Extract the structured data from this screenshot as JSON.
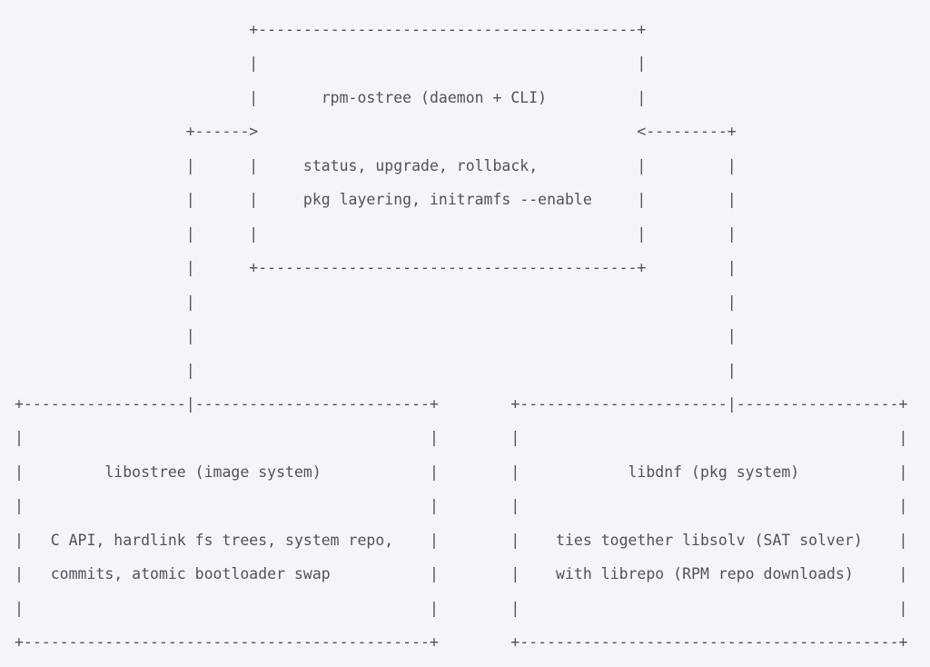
{
  "colors": {
    "background": "#f3f5f9",
    "text": "#4f535c"
  },
  "diagram": {
    "type": "ascii_box_diagram",
    "boxes": [
      {
        "id": "rpm-ostree",
        "title": "rpm-ostree (daemon + CLI)",
        "details": [
          "status, upgrade, rollback,",
          "pkg layering, initramfs --enable"
        ]
      },
      {
        "id": "libostree",
        "title": "libostree (image system)",
        "details": [
          "C API, hardlink fs trees, system repo,",
          "commits, atomic bootloader swap"
        ]
      },
      {
        "id": "libdnf",
        "title": "libdnf (pkg system)",
        "details": [
          "ties together libsolv (SAT solver)",
          "with librepo (RPM repo downloads)"
        ]
      }
    ],
    "connections": [
      {
        "from": "libostree",
        "to": "rpm-ostree"
      },
      {
        "from": "libdnf",
        "to": "rpm-ostree"
      }
    ],
    "lines": [
      "                          +------------------------------------------+",
      "                          |                                          |",
      "                          |       rpm-ostree (daemon + CLI)          |",
      "                   +------>                                          <---------+",
      "                   |      |     status, upgrade, rollback,           |         |",
      "                   |      |     pkg layering, initramfs --enable     |         |",
      "                   |      |                                          |         |",
      "                   |      +------------------------------------------+         |",
      "                   |                                                           |",
      "                   |                                                           |",
      "                   |                                                           |",
      "+------------------|--------------------------+        +-----------------------|------------------+",
      "|                                             |        |                                          |",
      "|         libostree (image system)            |        |            libdnf (pkg system)           |",
      "|                                             |        |                                          |",
      "|   C API, hardlink fs trees, system repo,    |        |    ties together libsolv (SAT solver)    |",
      "|   commits, atomic bootloader swap           |        |    with librepo (RPM repo downloads)     |",
      "|                                             |        |                                          |",
      "+---------------------------------------------+        +------------------------------------------+"
    ]
  }
}
